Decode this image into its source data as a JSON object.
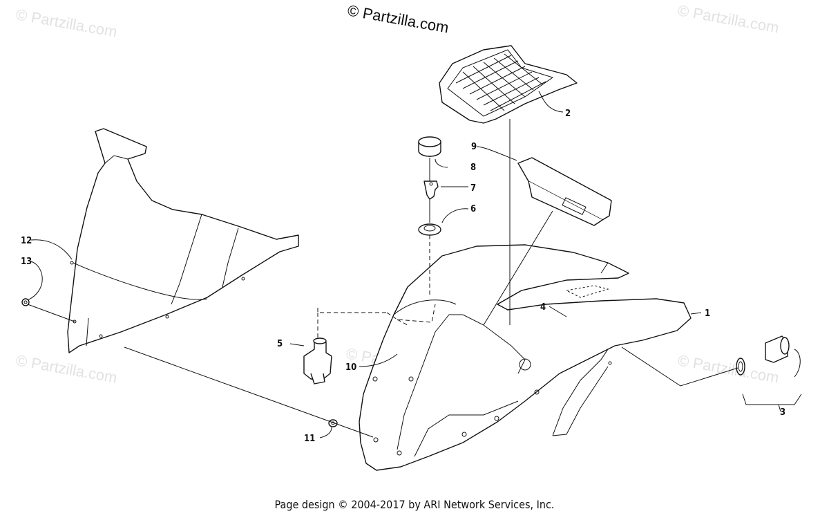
{
  "watermark": {
    "main": "© Partzilla.com",
    "repeat": "© Partzilla.com"
  },
  "footer": "Page design © 2004-2017 by ARI Network Services, Inc.",
  "callouts": [
    "1",
    "2",
    "3",
    "4",
    "5",
    "6",
    "7",
    "8",
    "9",
    "10",
    "11",
    "12",
    "13"
  ]
}
